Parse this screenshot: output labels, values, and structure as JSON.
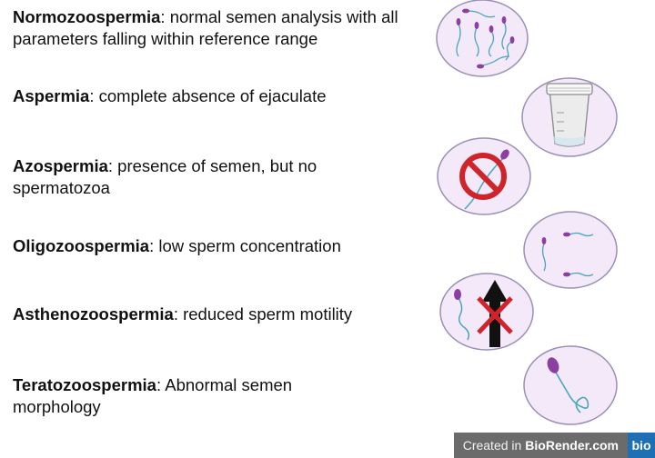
{
  "terms": [
    {
      "name": "Normozoospermia",
      "desc": ": normal semen analysis with all parameters falling within reference range"
    },
    {
      "name": "Aspermia",
      "desc": ": complete absence of ejaculate"
    },
    {
      "name": "Azospermia",
      "desc": ": presence of semen, but no spermatozoa"
    },
    {
      "name": "Oligozoospermia",
      "desc": ": low sperm concentration"
    },
    {
      "name": "Asthenozoospermia",
      "desc": ": reduced sperm motility"
    },
    {
      "name": "Teratozoospermia",
      "desc": ": Abnormal semen morphology"
    }
  ],
  "credit": {
    "prefix": "Created in",
    "brand": "BioRender.com",
    "logo": "bio"
  },
  "colors": {
    "dish_fill": "#f3e9f8",
    "dish_stroke": "#9a8fb6",
    "sperm_head": "#8b3fa0",
    "tail": "#4aa6b8",
    "no_sign": "#d0242b",
    "arrow": "#111111"
  }
}
